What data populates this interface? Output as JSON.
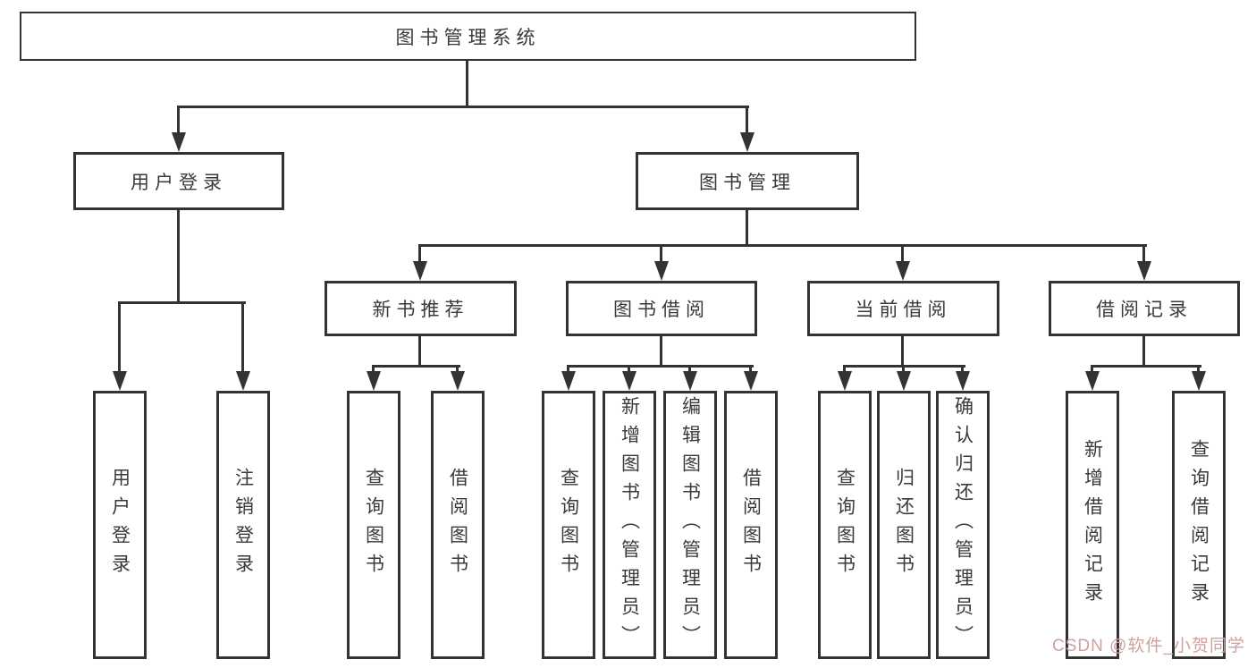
{
  "tree": {
    "root": {
      "label": "图书管理系统",
      "children": [
        {
          "label": "用户登录",
          "children": [
            {
              "label": "用户登录"
            },
            {
              "label": "注销登录"
            }
          ]
        },
        {
          "label": "图书管理",
          "children": [
            {
              "label": "新书推荐",
              "children": [
                {
                  "label": "查询图书"
                },
                {
                  "label": "借阅图书"
                }
              ]
            },
            {
              "label": "图书借阅",
              "children": [
                {
                  "label": "查询图书"
                },
                {
                  "label": "新增图书（管理员）"
                },
                {
                  "label": "编辑图书（管理员）"
                },
                {
                  "label": "借阅图书"
                }
              ]
            },
            {
              "label": "当前借阅",
              "children": [
                {
                  "label": "查询图书"
                },
                {
                  "label": "归还图书"
                },
                {
                  "label": "确认归还（管理员）"
                }
              ]
            },
            {
              "label": "借阅记录",
              "children": [
                {
                  "label": "新增借阅记录"
                },
                {
                  "label": "查询借阅记录"
                }
              ]
            }
          ]
        }
      ]
    }
  },
  "watermark": {
    "text": "CSDN @软件_小贺同学",
    "color": "#cfa0a0"
  },
  "colors": {
    "background": "#ffffff",
    "box_fill": "#ffffff",
    "box_border": "#333333",
    "line": "#333333",
    "text": "#3a3a3a",
    "watermark": "#cfa0a0"
  }
}
